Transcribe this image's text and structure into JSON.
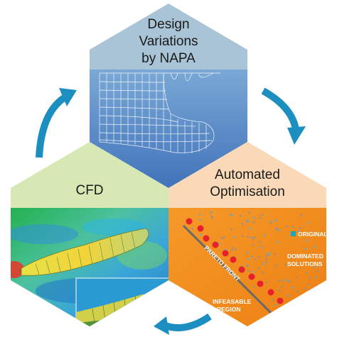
{
  "panels": {
    "top": {
      "title_lines": [
        "Design",
        "Variations",
        "by NAPA"
      ]
    },
    "right": {
      "title_lines": [
        "Automated",
        "Optimisation"
      ],
      "legend_original": "ORIGINAL",
      "dominated_lines": [
        "DOMINATED",
        "SOLUTIONS"
      ],
      "pareto_front": "PARETO FRONT",
      "infeasible_lines": [
        "INFEASABLE",
        "REGION"
      ]
    },
    "left": {
      "title": "CFD"
    }
  },
  "colors": {
    "top_header": "#a9c4d6",
    "top_body": "#4a80bf",
    "right_header": "#f9d9b8",
    "right_body": "#f08a1e",
    "left_header": "#d7e8b4",
    "arrow": "#1c8fc0",
    "original_marker": "#19a6b3",
    "pareto_point": "#e8202a"
  },
  "icons": [
    "cycle-arrow-icon",
    "pareto-point-icon",
    "original-marker-icon"
  ]
}
